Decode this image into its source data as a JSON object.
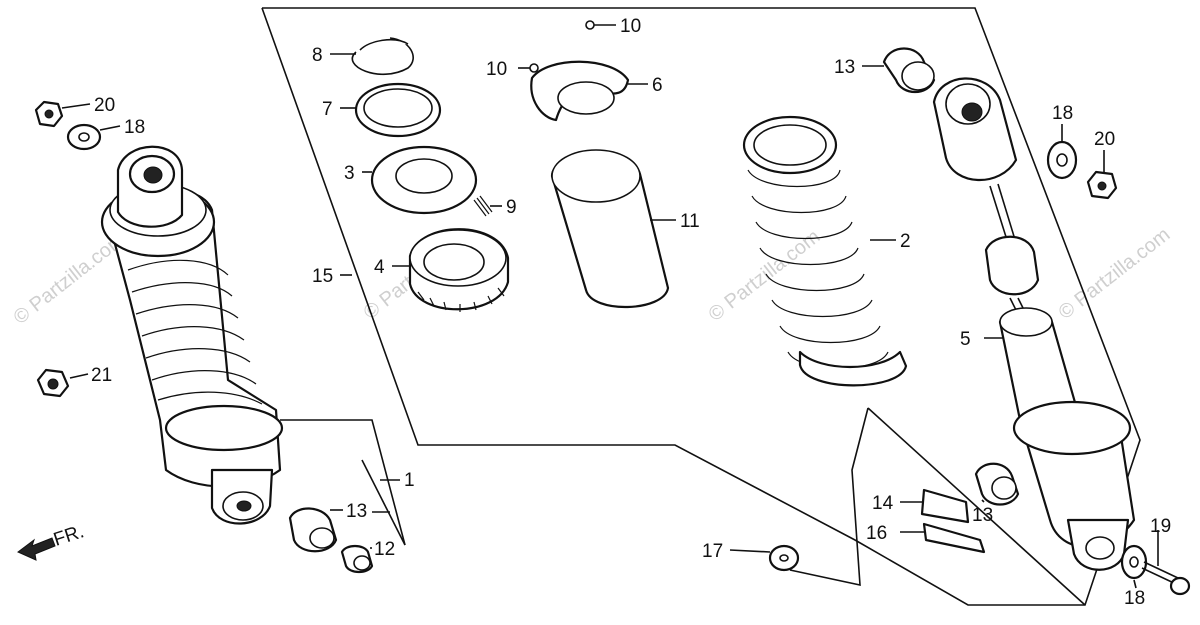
{
  "watermark": "© Partzilla.com",
  "front_marker": "FR.",
  "callouts": [
    "1",
    "2",
    "3",
    "4",
    "5",
    "6",
    "7",
    "8",
    "9",
    "10",
    "10",
    "11",
    "12",
    "13",
    "13",
    "13",
    "14",
    "15",
    "16",
    "17",
    "18",
    "18",
    "19",
    "20",
    "20",
    "21"
  ]
}
